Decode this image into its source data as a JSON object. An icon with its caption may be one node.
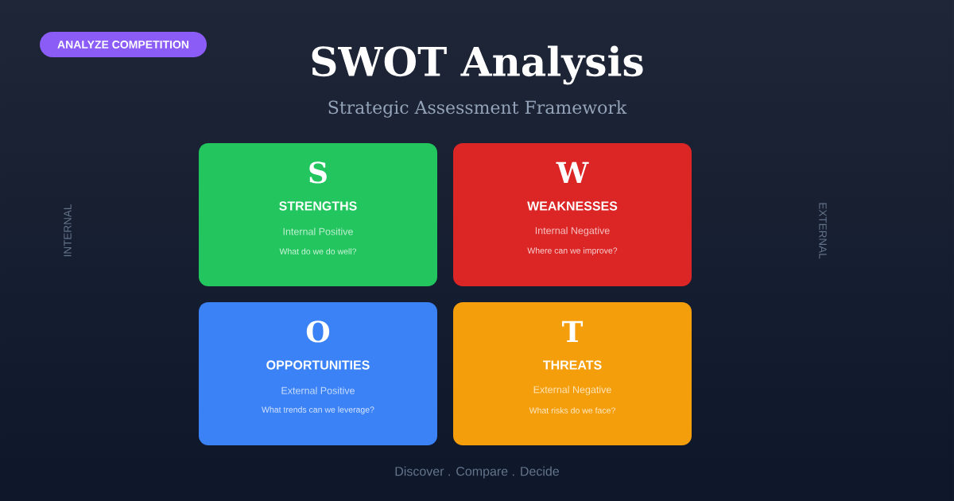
{
  "diagram": {
    "title": "SWOT Analysis",
    "nodes": [
      {
        "text": [
          "ANALYZE COMPETITION"
        ]
      },
      {
        "text": [
          "S",
          "STRENGTHS",
          "Internal Positive",
          "What do we do well?"
        ]
      },
      {
        "text": [
          "W",
          "WEAKNESSES",
          "Internal Negative",
          "Where can we improve?"
        ]
      },
      {
        "text": [
          "O",
          "OPPORTUNITIES",
          "External Positive",
          "What trends can we leverage?"
        ]
      },
      {
        "text": [
          "T",
          "THREATS",
          "External Negative",
          "What risks do we face?"
        ]
      }
    ],
    "labels": [
      "Strategic Assessment Framework",
      "INTERNAL",
      "EXTERNAL",
      "Discover . Compare . Decide"
    ]
  }
}
